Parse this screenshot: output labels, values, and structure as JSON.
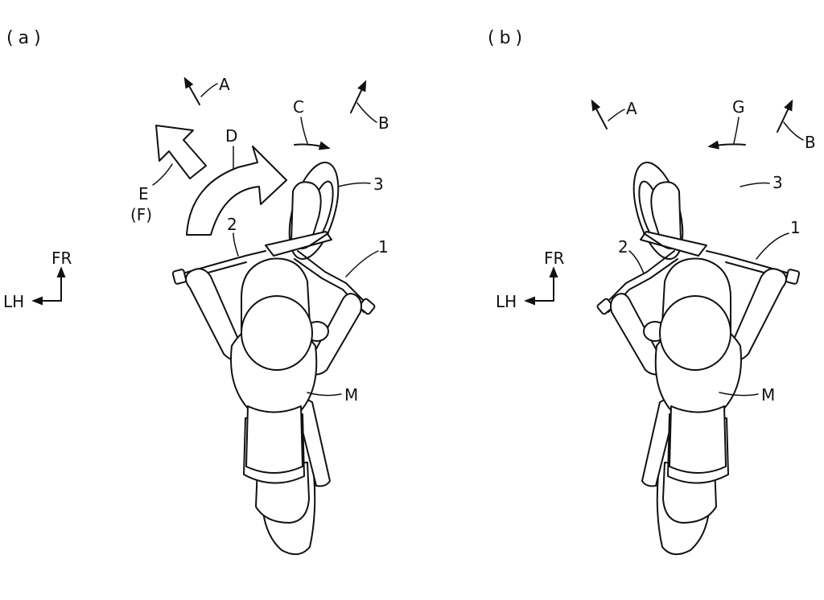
{
  "panels": {
    "a": {
      "label": "(a)",
      "callouts": {
        "A": "A",
        "B": "B",
        "C": "C",
        "D": "D",
        "E": "E",
        "F": "(F)",
        "n1": "1",
        "n2": "2",
        "n3": "3",
        "M": "M"
      },
      "axes": {
        "front": "FR",
        "left": "LH"
      }
    },
    "b": {
      "label": "(b)",
      "callouts": {
        "A": "A",
        "B": "B",
        "G": "G",
        "n1": "1",
        "n2": "2",
        "n3": "3",
        "M": "M"
      },
      "axes": {
        "front": "FR",
        "left": "LH"
      }
    }
  },
  "colors": {
    "ink": "#111111",
    "paper": "#ffffff"
  }
}
